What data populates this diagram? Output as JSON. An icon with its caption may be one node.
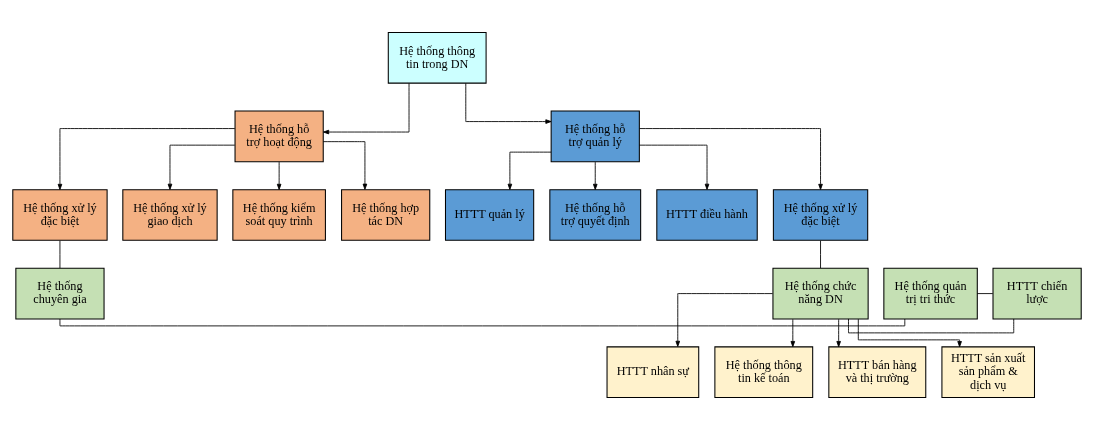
{
  "diagram": {
    "nodes": [
      {
        "text": [
          "Hệ thống thông tin trong DN"
        ]
      },
      {
        "text": [
          "Hệ thống hỗ trợ hoạt động"
        ]
      },
      {
        "text": [
          "Hệ thống hỗ trợ quản lý"
        ]
      },
      {
        "text": [
          "Hệ thống xử lý đặc biệt"
        ]
      },
      {
        "text": [
          "Hệ thống xử lý giao dịch"
        ]
      },
      {
        "text": [
          "Hệ thống kiểm soát quy trình"
        ]
      },
      {
        "text": [
          "Hệ thống hợp tác DN"
        ]
      },
      {
        "text": [
          "HTTT quản lý"
        ]
      },
      {
        "text": [
          "Hệ thống hỗ trợ quyết định"
        ]
      },
      {
        "text": [
          "HTTT điều hành"
        ]
      },
      {
        "text": [
          "Hệ thống xử lý đặc biệt"
        ]
      },
      {
        "text": [
          "Hệ thống chuyên gia"
        ]
      },
      {
        "text": [
          "Hệ thống quản trị tri thức"
        ]
      },
      {
        "text": [
          "HTTT chiến lược"
        ]
      },
      {
        "text": [
          "Hệ thống chức năng DN"
        ]
      },
      {
        "text": [
          "HTTT nhân sự"
        ]
      },
      {
        "text": [
          "Hệ thống thông tin kế toán"
        ]
      },
      {
        "text": [
          "HTTT bán hàng và thị trường"
        ]
      },
      {
        "text": [
          "HTTT sản xuất sản phẩm & dịch vụ"
        ]
      }
    ],
    "edges": [
      {
        "from": 0,
        "to": 1,
        "arrow": "to"
      },
      {
        "from": 0,
        "to": 2,
        "arrow": "to"
      },
      {
        "from": 1,
        "to": 3,
        "arrow": "to"
      },
      {
        "from": 1,
        "to": 4,
        "arrow": "to"
      },
      {
        "from": 1,
        "to": 5,
        "arrow": "to"
      },
      {
        "from": 1,
        "to": 6,
        "arrow": "to"
      },
      {
        "from": 2,
        "to": 7,
        "arrow": "to"
      },
      {
        "from": 2,
        "to": 8,
        "arrow": "to"
      },
      {
        "from": 2,
        "to": 9,
        "arrow": "to"
      },
      {
        "from": 2,
        "to": 10,
        "arrow": "to"
      },
      {
        "from": 3,
        "to": 11,
        "arrow": "none"
      },
      {
        "from": 11,
        "to": 12,
        "arrow": "none"
      },
      {
        "from": 12,
        "to": 13,
        "arrow": "none"
      },
      {
        "from": 13,
        "to": 14,
        "arrow": "none"
      },
      {
        "from": 10,
        "to": 14,
        "arrow": "none"
      },
      {
        "from": 14,
        "to": 15,
        "arrow": "to"
      },
      {
        "from": 14,
        "to": 16,
        "arrow": "to"
      },
      {
        "from": 14,
        "to": 17,
        "arrow": "to"
      },
      {
        "from": 14,
        "to": 18,
        "arrow": "to"
      }
    ]
  }
}
